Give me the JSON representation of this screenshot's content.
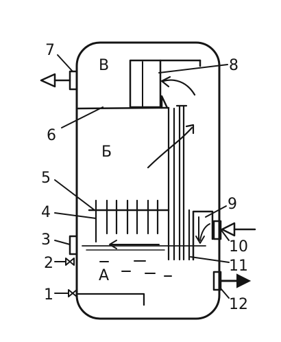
{
  "diagram": {
    "zones": {
      "top": "В",
      "middle": "Б",
      "bottom": "А"
    },
    "callouts": {
      "c1": "1",
      "c2": "2",
      "c3": "3",
      "c4": "4",
      "c5": "5",
      "c6": "6",
      "c7": "7",
      "c8": "8",
      "c9": "9",
      "c10": "10",
      "c11": "11",
      "c12": "12"
    },
    "colors": {
      "ink": "#151515",
      "paper": "#ffffff"
    }
  }
}
